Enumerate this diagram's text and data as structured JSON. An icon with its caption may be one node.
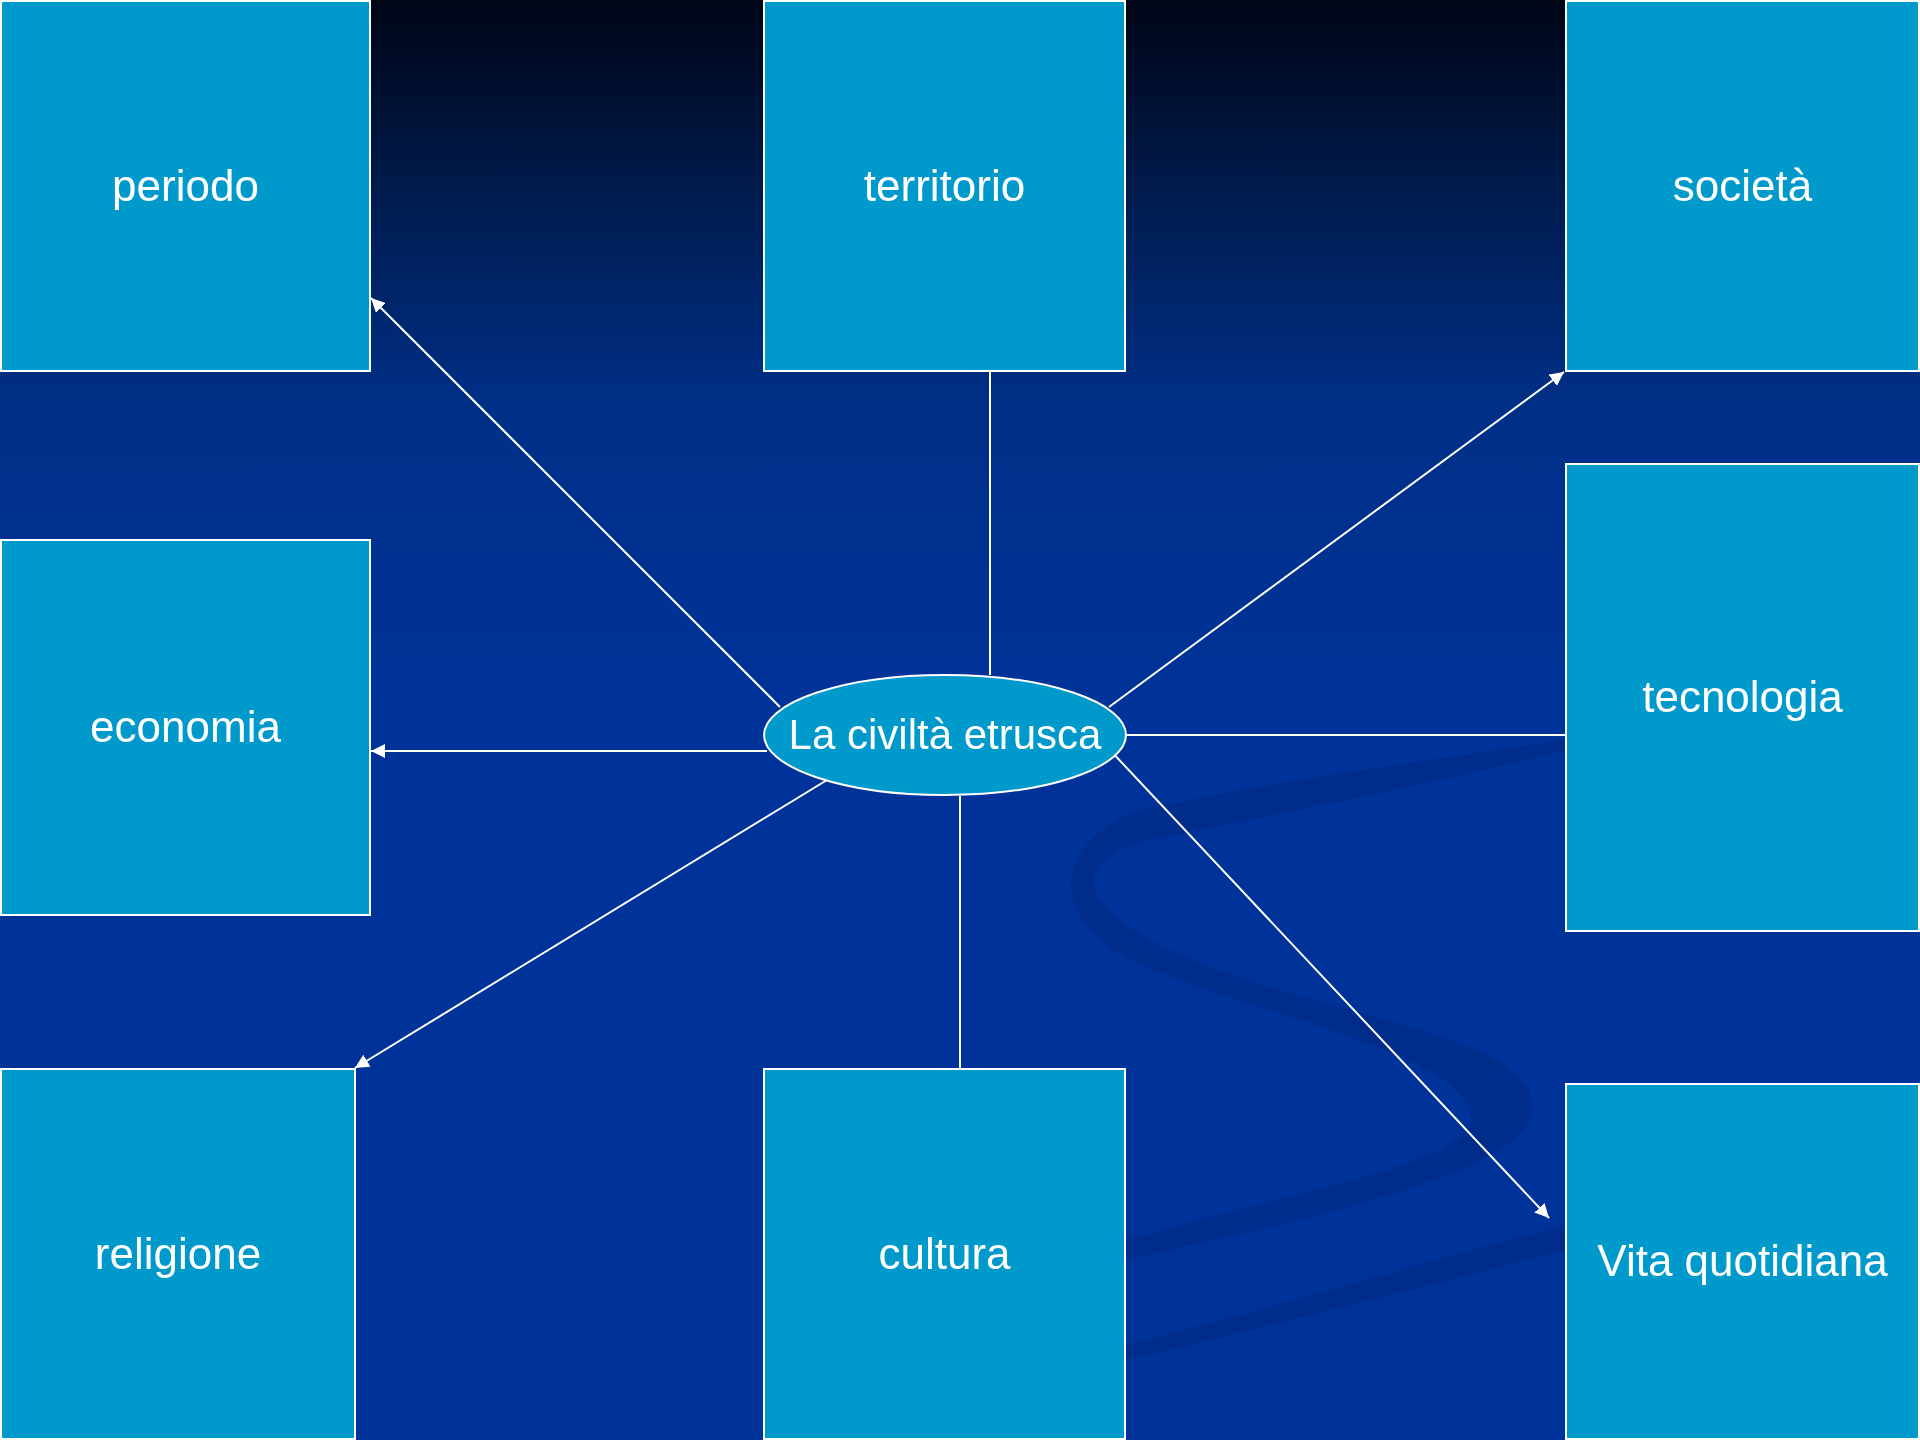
{
  "diagram": {
    "nodes": [
      {
        "text": [
          "periodo"
        ]
      },
      {
        "text": [
          "territorio"
        ]
      },
      {
        "text": [
          "società"
        ]
      },
      {
        "text": [
          "tecnologia"
        ]
      },
      {
        "text": [
          "economia"
        ]
      },
      {
        "text": [
          "La civiltà etrusca"
        ]
      },
      {
        "text": [
          "religione"
        ]
      },
      {
        "text": [
          "cultura"
        ]
      },
      {
        "text": [
          "Vita quotidiana"
        ]
      }
    ],
    "edges": [
      {
        "from": 5,
        "to": 0,
        "arrow": "to"
      },
      {
        "from": 5,
        "to": 1,
        "arrow": "none"
      },
      {
        "from": 5,
        "to": 2,
        "arrow": "to"
      },
      {
        "from": 5,
        "to": 3,
        "arrow": "none"
      },
      {
        "from": 5,
        "to": 8,
        "arrow": "to"
      },
      {
        "from": 5,
        "to": 7,
        "arrow": "none"
      },
      {
        "from": 5,
        "to": 6,
        "arrow": "to"
      },
      {
        "from": 5,
        "to": 4,
        "arrow": "to"
      }
    ]
  }
}
